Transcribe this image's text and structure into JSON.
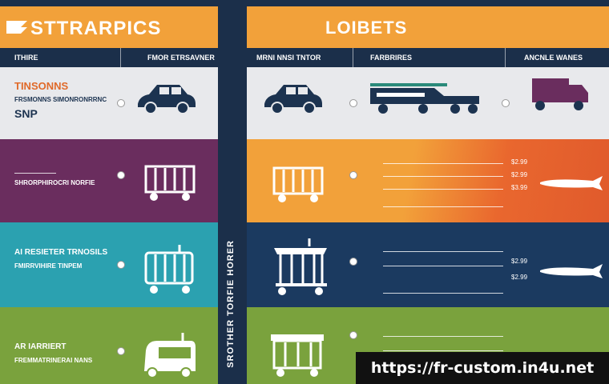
{
  "left": {
    "header_title": "STTRARPICS",
    "col1": "ITHIRE",
    "col2": "FMOR ETRSAVNER",
    "rows": [
      {
        "title": "TINSONNS",
        "sub": "FRSMONNS SIMONRONRRNC",
        "extra": "SNP",
        "icon": "car-icon"
      },
      {
        "title": "",
        "sub": "SHRORPHIROCRI NORFIE",
        "extra": "",
        "icon": "rail-wagon-icon"
      },
      {
        "title": "AI RESIETER TRNOSILS",
        "sub": "FMIRRVIHIRE TINPEM",
        "extra": "",
        "icon": "cargo-cart-icon"
      },
      {
        "title": "AR IARRIERT",
        "sub": "FREMMATRINERAI NANS",
        "extra": "",
        "icon": "bus-icon"
      }
    ]
  },
  "right": {
    "header_title": "LOIBETS",
    "col1": "MRNI NNSI TNTOR",
    "col2": "FARBRIRES",
    "col3": "ANCNLE WANES",
    "row_values": [
      "$2.99",
      "$2.99",
      "$3.99",
      "$2.99",
      "$2.99"
    ]
  },
  "spine_text": "SROTHER TORFIE HORER",
  "watermark_url": "https://fr-custom.in4u.net"
}
